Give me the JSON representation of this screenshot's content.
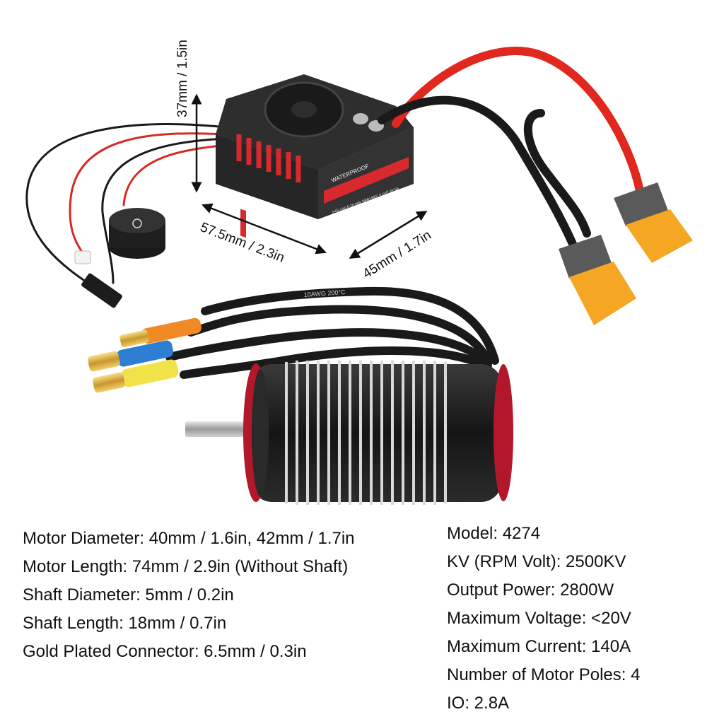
{
  "image": {
    "subject": "Brushless motor and ESC combo",
    "dimensions": {
      "height": "37mm / 1.5in",
      "length": "57.5mm / 2.3in",
      "width": "45mm / 1.7in"
    },
    "esc_text": {
      "waterproof": "WATERPROOF",
      "rating": "3-6S Lipo 6-18 cells NiMH  BEC 6.1V/7.4V 5A",
      "wire_label": "10AWG 200°C"
    },
    "colors": {
      "esc_body": "#2a2a2a",
      "esc_accent": "#d8292f",
      "motor_body": "#1e1e1e",
      "motor_ring": "#b3182a",
      "connector": "#f5a623",
      "wire_red": "#e0281e",
      "wire_black": "#1a1a1a"
    }
  },
  "specs_left": [
    "Motor Diameter: 40mm / 1.6in, 42mm / 1.7in",
    "Motor Length: 74mm / 2.9in (Without Shaft)",
    "Shaft Diameter: 5mm / 0.2in",
    "Shaft Length: 18mm / 0.7in",
    "Gold Plated Connector: 6.5mm / 0.3in"
  ],
  "specs_right": [
    "Model: 4274",
    "KV (RPM Volt): 2500KV",
    "Output Power: 2800W",
    "Maximum Voltage: <20V",
    "Maximum Current: 140A",
    "Number of Motor Poles: 4",
    "IO: 2.8A"
  ]
}
